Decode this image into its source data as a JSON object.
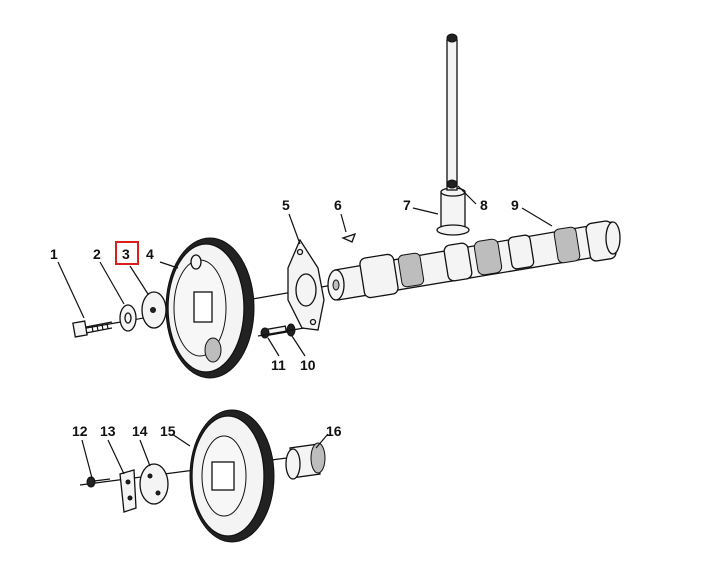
{
  "diagram": {
    "highlighted_label": "3",
    "highlight_color": "#d8201c",
    "labels": [
      {
        "id": "1",
        "text": "1"
      },
      {
        "id": "2",
        "text": "2"
      },
      {
        "id": "3",
        "text": "3"
      },
      {
        "id": "4",
        "text": "4"
      },
      {
        "id": "5",
        "text": "5"
      },
      {
        "id": "6",
        "text": "6"
      },
      {
        "id": "7",
        "text": "7"
      },
      {
        "id": "8",
        "text": "8"
      },
      {
        "id": "9",
        "text": "9"
      },
      {
        "id": "10",
        "text": "10"
      },
      {
        "id": "11",
        "text": "11"
      },
      {
        "id": "12",
        "text": "12"
      },
      {
        "id": "13",
        "text": "13"
      },
      {
        "id": "14",
        "text": "14"
      },
      {
        "id": "15",
        "text": "15"
      },
      {
        "id": "16",
        "text": "16"
      }
    ]
  }
}
